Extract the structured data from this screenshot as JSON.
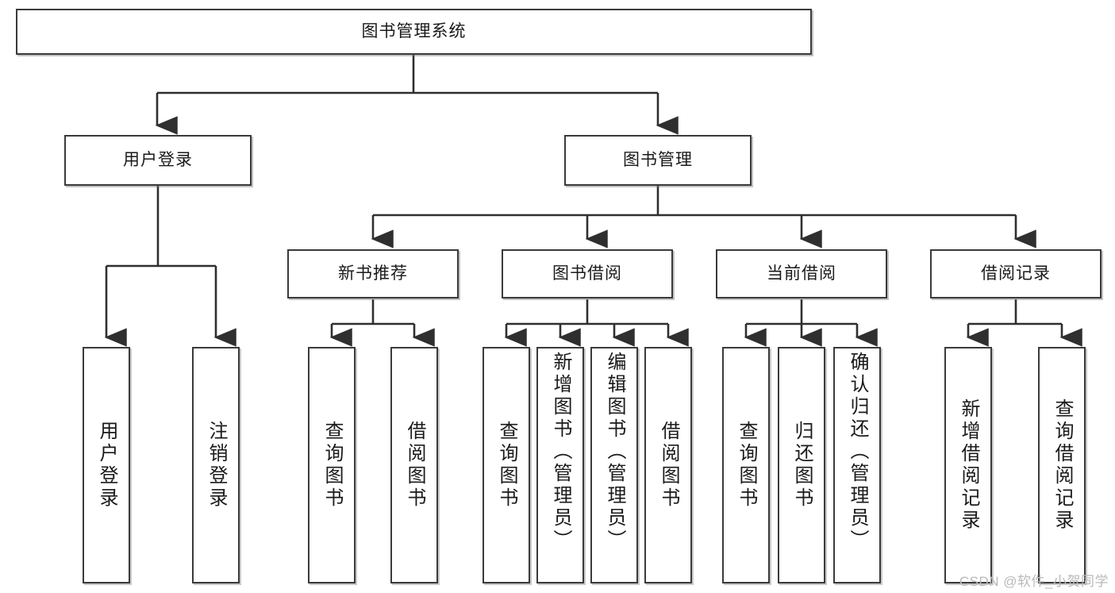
{
  "diagram": {
    "title": "图书管理系统",
    "type": "tree",
    "root": {
      "id": "root",
      "label": "图书管理系统"
    },
    "level2": [
      {
        "id": "user-login",
        "label": "用户登录"
      },
      {
        "id": "book-manage",
        "label": "图书管理"
      }
    ],
    "level3": [
      {
        "id": "new-book-recommend",
        "label": "新书推荐",
        "parent": "book-manage"
      },
      {
        "id": "book-borrow",
        "label": "图书借阅",
        "parent": "book-manage"
      },
      {
        "id": "current-borrow",
        "label": "当前借阅",
        "parent": "book-manage"
      },
      {
        "id": "borrow-record",
        "label": "借阅记录",
        "parent": "book-manage"
      }
    ],
    "leaves": [
      {
        "id": "leaf-user-login",
        "label": "用户登录",
        "parent": "user-login"
      },
      {
        "id": "leaf-user-logout",
        "label": "注销登录",
        "parent": "user-login"
      },
      {
        "id": "leaf-query-book-1",
        "label": "查询图书",
        "parent": "new-book-recommend"
      },
      {
        "id": "leaf-borrow-book-1",
        "label": "借阅图书",
        "parent": "new-book-recommend"
      },
      {
        "id": "leaf-query-book-2",
        "label": "查询图书",
        "parent": "book-borrow"
      },
      {
        "id": "leaf-add-book",
        "label": "新增图书（管理员）",
        "parent": "book-borrow"
      },
      {
        "id": "leaf-edit-book",
        "label": "编辑图书（管理员）",
        "parent": "book-borrow"
      },
      {
        "id": "leaf-borrow-book-2",
        "label": "借阅图书",
        "parent": "book-borrow"
      },
      {
        "id": "leaf-query-book-3",
        "label": "查询图书",
        "parent": "current-borrow"
      },
      {
        "id": "leaf-return-book",
        "label": "归还图书",
        "parent": "current-borrow"
      },
      {
        "id": "leaf-confirm-return",
        "label": "确认归还（管理员）",
        "parent": "current-borrow"
      },
      {
        "id": "leaf-add-record",
        "label": "新增借阅记录",
        "parent": "borrow-record"
      },
      {
        "id": "leaf-query-record",
        "label": "查询借阅记录",
        "parent": "borrow-record"
      }
    ]
  },
  "watermark": {
    "text": "CSDN @软件_小贺同学"
  },
  "colors": {
    "stroke": "#3a3a3a",
    "text": "#1a1a1a",
    "background": "#ffffff",
    "watermark": "#b9b9b9"
  }
}
